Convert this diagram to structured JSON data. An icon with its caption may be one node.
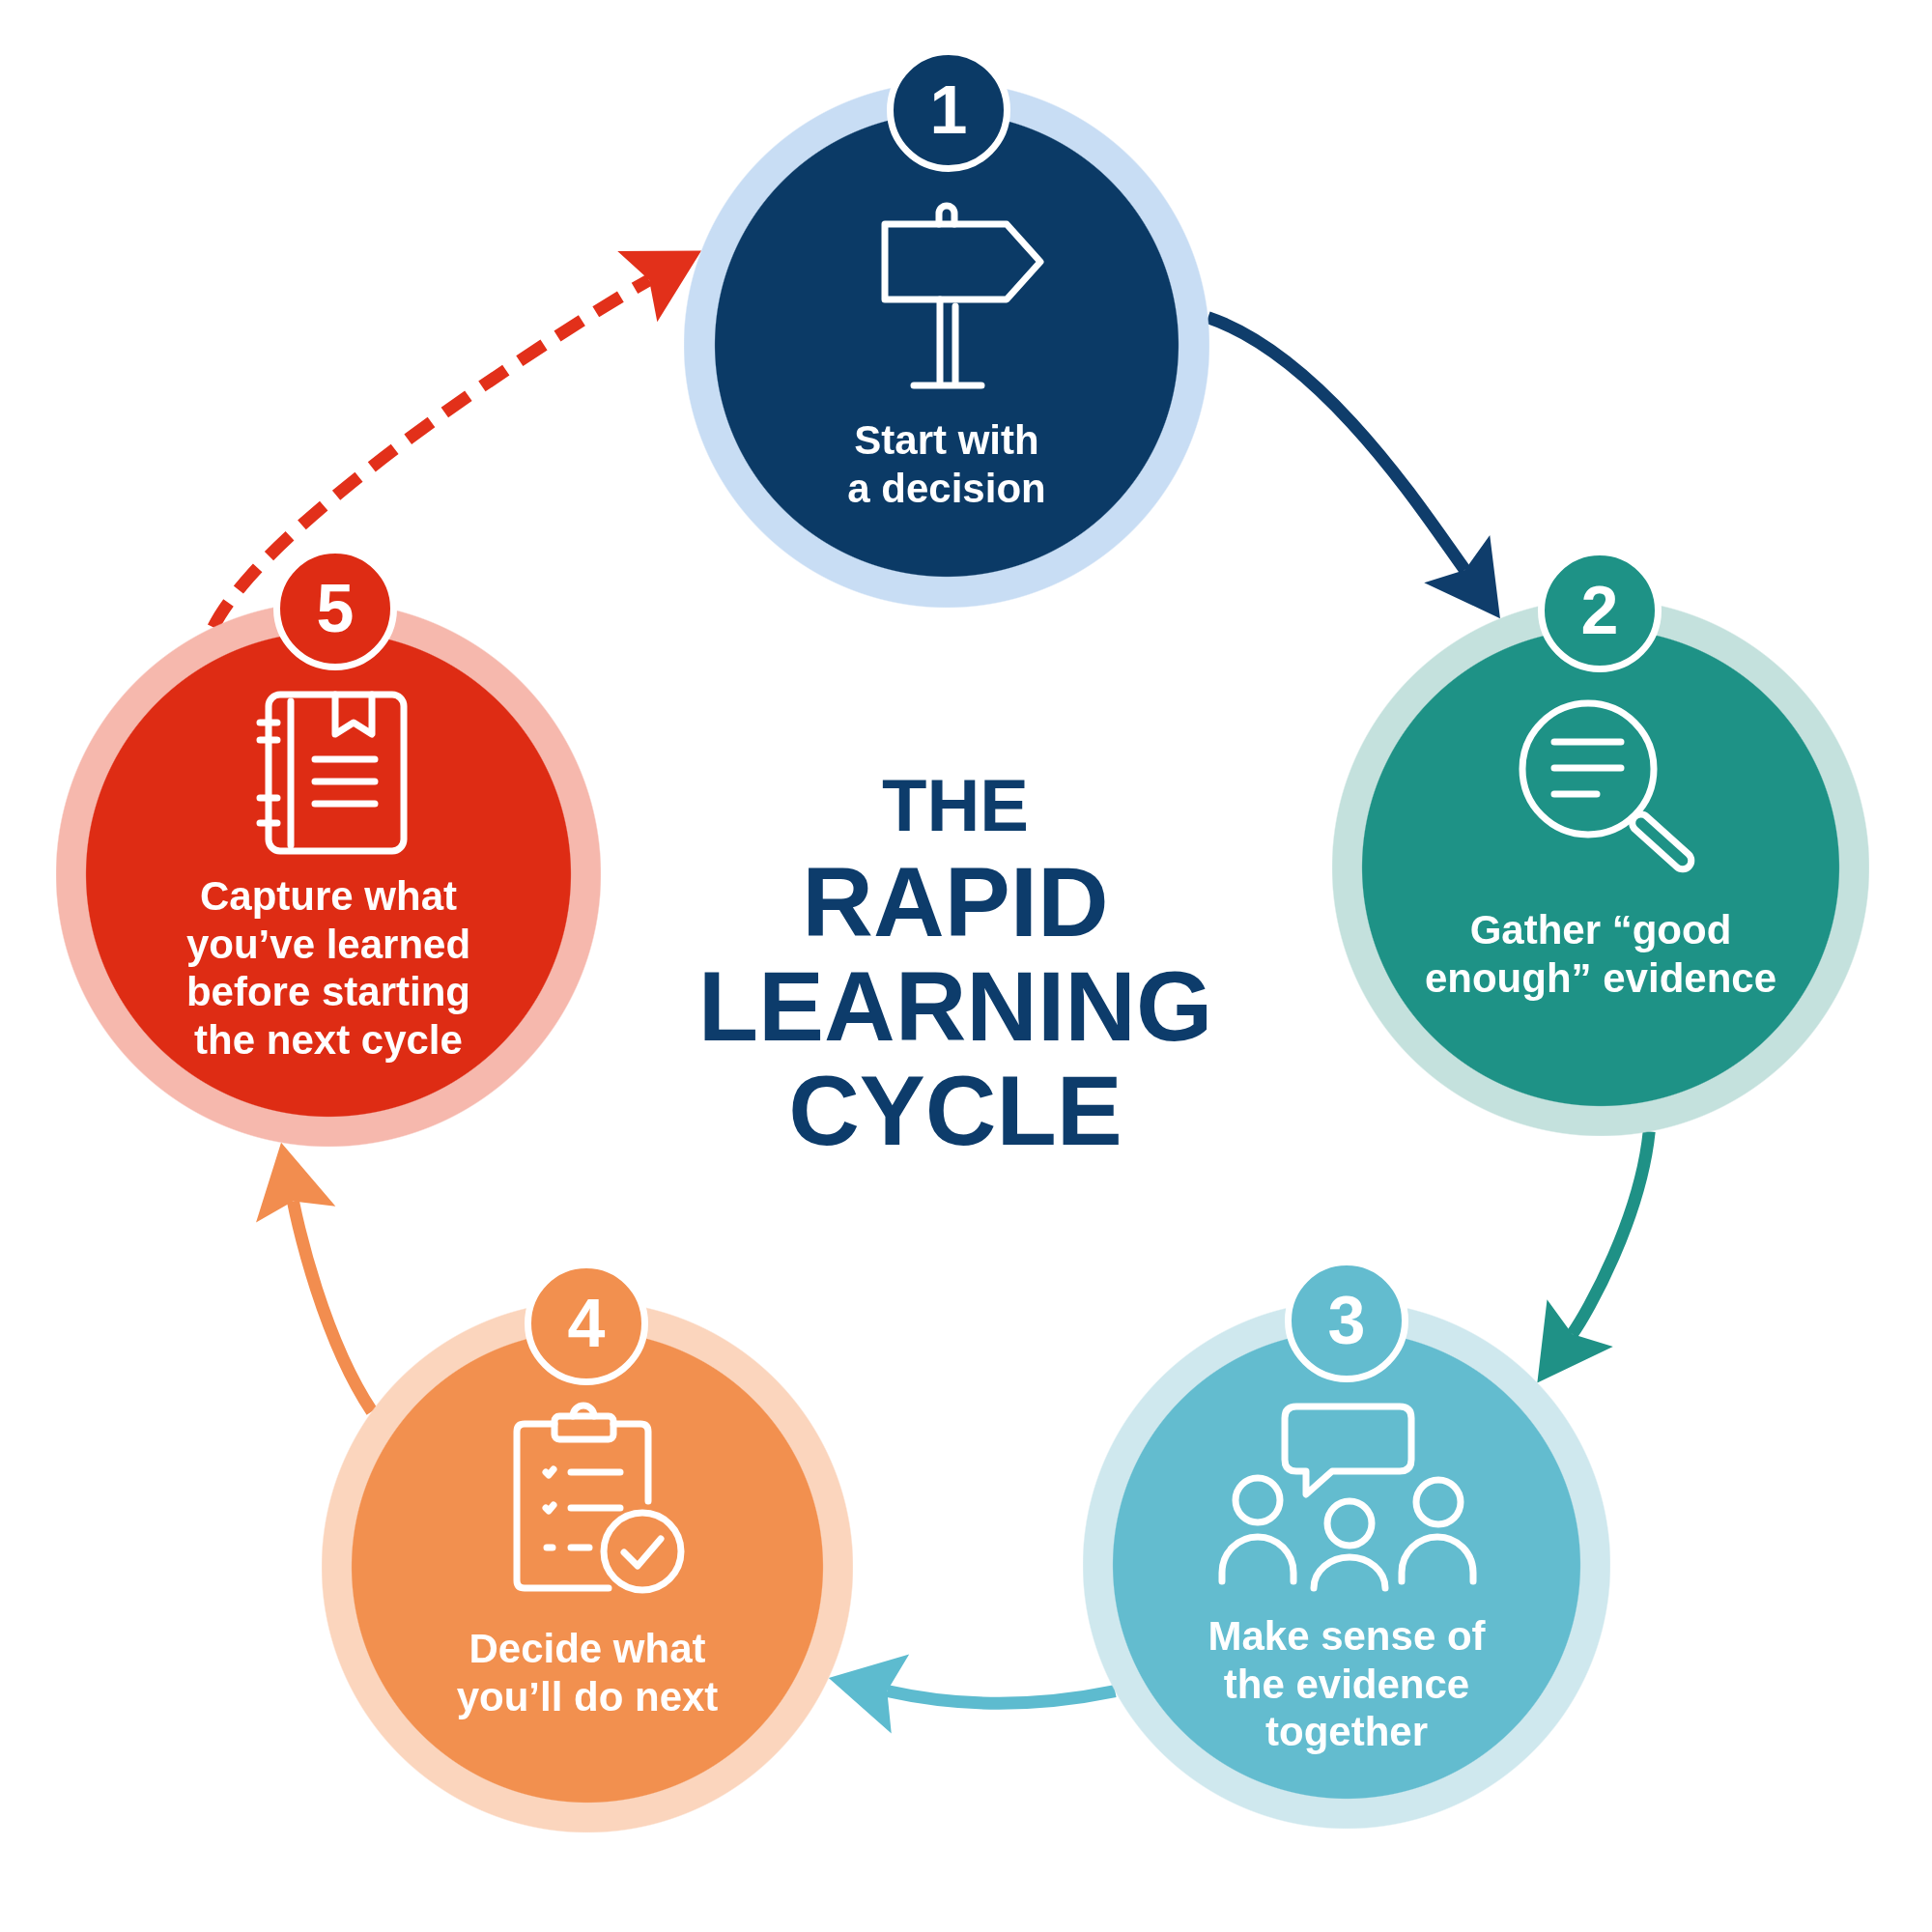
{
  "diagram": {
    "title": "THE RAPID LEARNING CYCLE",
    "nodes": [
      {
        "text": [
          "1",
          "Start with a decision"
        ]
      },
      {
        "text": [
          "2",
          "Gather “good enough” evidence"
        ]
      },
      {
        "text": [
          "3",
          "Make sense of the evidence together"
        ]
      },
      {
        "text": [
          "4",
          "Decide what you’ll do next"
        ]
      },
      {
        "text": [
          "5",
          "Capture what you’ve learned before starting the next cycle"
        ]
      }
    ],
    "edges": [
      {
        "from": 0,
        "to": 1,
        "arrow": "to",
        "color": "#0f3d6b"
      },
      {
        "from": 1,
        "to": 2,
        "arrow": "to",
        "color": "#1f9186"
      },
      {
        "from": 2,
        "to": 3,
        "arrow": "to",
        "color": "#5dbbcf"
      },
      {
        "from": 3,
        "to": 4,
        "arrow": "to",
        "color": "#f28d4f"
      },
      {
        "from": 4,
        "to": 0,
        "arrow": "to",
        "style": "dashed",
        "color": "#e2301a"
      }
    ]
  }
}
